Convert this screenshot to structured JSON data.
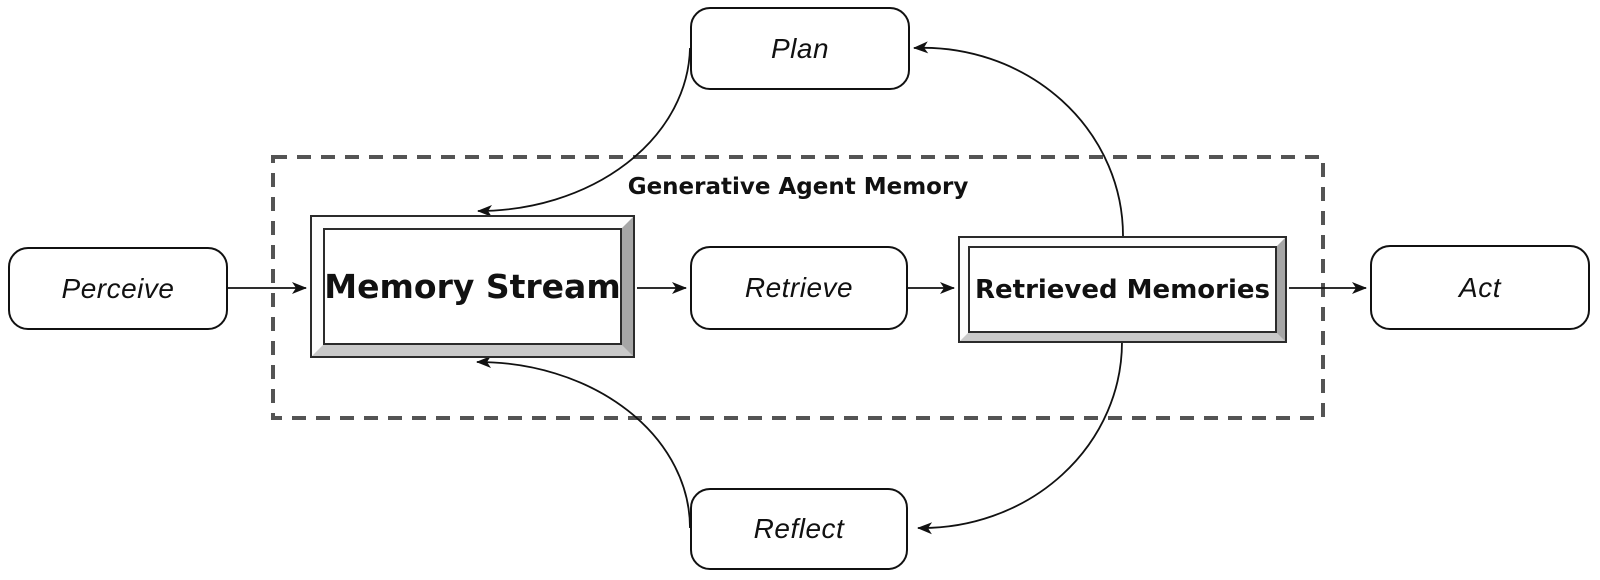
{
  "diagram": {
    "group_title": "Generative Agent Memory",
    "nodes": {
      "perceive": {
        "label": "Perceive",
        "shape": "rounded-rect"
      },
      "plan": {
        "label": "Plan",
        "shape": "rounded-rect"
      },
      "memory_stream": {
        "label": "Memory Stream",
        "shape": "beveled-frame"
      },
      "retrieve": {
        "label": "Retrieve",
        "shape": "rounded-rect"
      },
      "retrieved_memories": {
        "label": "Retrieved Memories",
        "shape": "beveled-frame"
      },
      "reflect": {
        "label": "Reflect",
        "shape": "rounded-rect"
      },
      "act": {
        "label": "Act",
        "shape": "rounded-rect"
      }
    },
    "edges": [
      {
        "from": "Perceive",
        "to": "Memory Stream"
      },
      {
        "from": "Memory Stream",
        "to": "Retrieve"
      },
      {
        "from": "Retrieve",
        "to": "Retrieved Memories"
      },
      {
        "from": "Retrieved Memories",
        "to": "Act"
      },
      {
        "from": "Retrieved Memories",
        "to": "Plan"
      },
      {
        "from": "Plan",
        "to": "Memory Stream"
      },
      {
        "from": "Retrieved Memories",
        "to": "Reflect"
      },
      {
        "from": "Reflect",
        "to": "Memory Stream"
      }
    ],
    "colors": {
      "background": "#ffffff",
      "line": "#111111",
      "node_border": "#111111",
      "dashed_border": "#545454",
      "bevel_light": "#fcfcfc",
      "bevel_right": "#a6a6a6",
      "bevel_bottom": "#c9c9c9",
      "text": "#111111"
    }
  }
}
